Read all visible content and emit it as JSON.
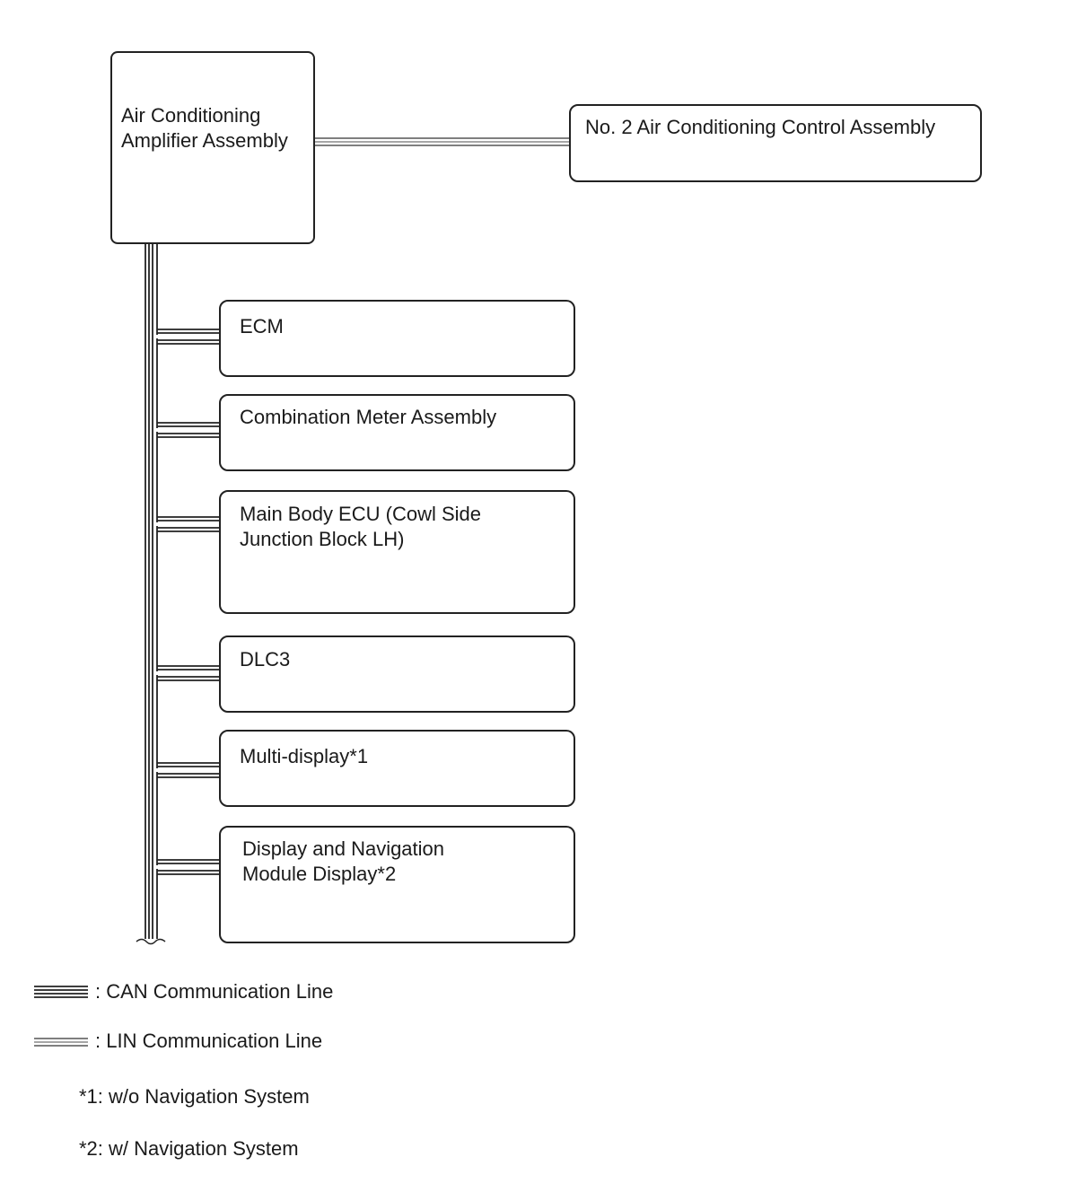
{
  "amplifier": {
    "line1": "Air Conditioning",
    "line2": "Amplifier Assembly"
  },
  "control_assembly": {
    "label": "No. 2 Air Conditioning Control Assembly"
  },
  "modules": [
    {
      "line1": "ECM",
      "line2": ""
    },
    {
      "line1": "Combination Meter Assembly",
      "line2": ""
    },
    {
      "line1": "Main Body ECU (Cowl Side",
      "line2": "Junction Block LH)"
    },
    {
      "line1": "DLC3",
      "line2": ""
    },
    {
      "line1": "Multi-display*1",
      "line2": ""
    },
    {
      "line1": "Display and Navigation",
      "line2": "Module Display*2"
    }
  ],
  "legend": {
    "can": ": CAN Communication Line",
    "lin": ": LIN Communication Line"
  },
  "notes": {
    "note1": "*1: w/o Navigation System",
    "note2": "*2: w/ Navigation System"
  }
}
